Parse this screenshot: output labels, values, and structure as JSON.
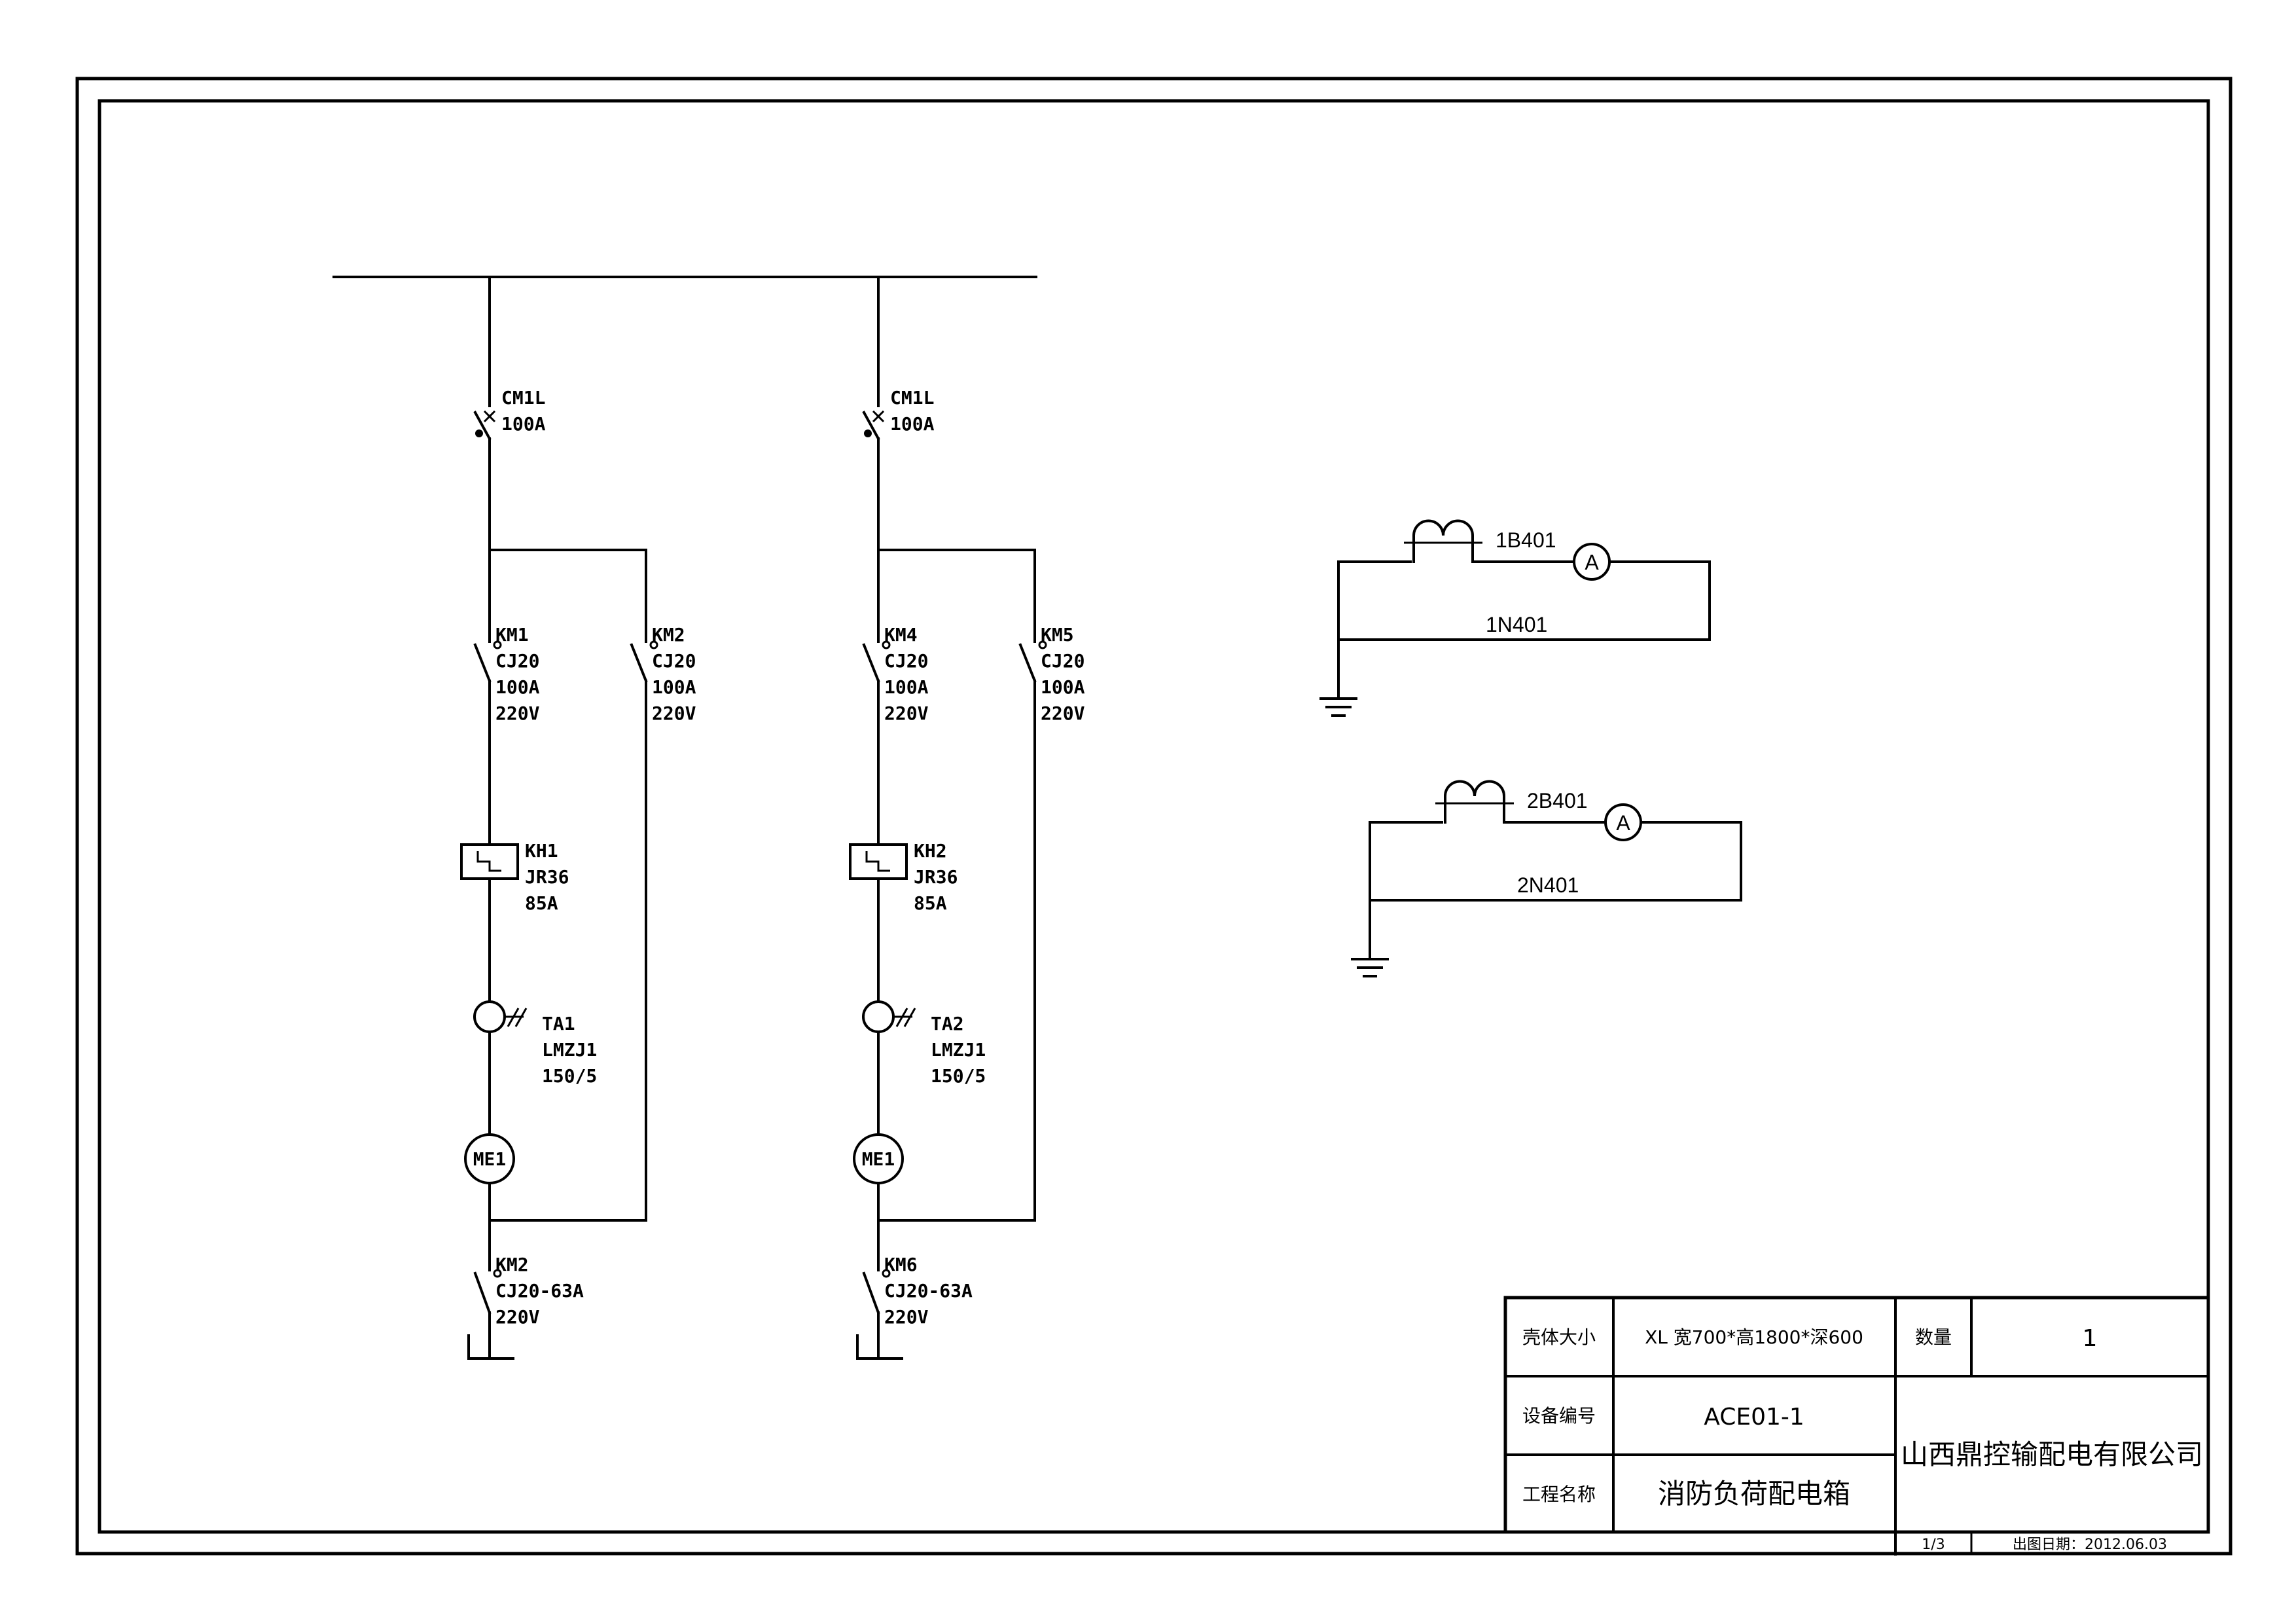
{
  "circuit_1": {
    "breaker": {
      "name": "CM1L",
      "rating": "100A"
    },
    "contactor_a": {
      "name": "KM1",
      "model": "CJ20",
      "current": "100A",
      "voltage": "220V"
    },
    "contactor_b": {
      "name": "KM2",
      "model": "CJ20",
      "current": "100A",
      "voltage": "220V"
    },
    "relay": {
      "name": "KH1",
      "model": "JR36",
      "rating": "85A"
    },
    "ct": {
      "name": "TA1",
      "model": "LMZJ1",
      "ratio": "150/5"
    },
    "meter": "ME1",
    "contactor_bottom": {
      "name": "KM2",
      "model": "CJ20-63A",
      "voltage": "220V"
    }
  },
  "circuit_2": {
    "breaker": {
      "name": "CM1L",
      "rating": "100A"
    },
    "contactor_a": {
      "name": "KM4",
      "model": "CJ20",
      "current": "100A",
      "voltage": "220V"
    },
    "contactor_b": {
      "name": "KM5",
      "model": "CJ20",
      "current": "100A",
      "voltage": "220V"
    },
    "relay": {
      "name": "KH2",
      "model": "JR36",
      "rating": "85A"
    },
    "ct": {
      "name": "TA2",
      "model": "LMZJ1",
      "ratio": "150/5"
    },
    "meter": "ME1",
    "contactor_bottom": {
      "name": "KM6",
      "model": "CJ20-63A",
      "voltage": "220V"
    }
  },
  "ammeter_circuit_1": {
    "ct_label": "1B401",
    "return_label": "1N401",
    "meter_symbol": "A"
  },
  "ammeter_circuit_2": {
    "ct_label": "2B401",
    "return_label": "2N401",
    "meter_symbol": "A"
  },
  "title_block": {
    "shell_size_label": "壳体大小",
    "shell_size_value": "XL 宽700*高1800*深600",
    "quantity_label": "数量",
    "quantity_value": "1",
    "device_no_label": "设备编号",
    "device_no_value": "ACE01-1",
    "project_name_label": "工程名称",
    "project_name_value": "消防负荷配电箱",
    "company": "山西鼎控输配电有限公司",
    "sheet": "1/3",
    "issue_date": "出图日期：2012.06.03"
  }
}
